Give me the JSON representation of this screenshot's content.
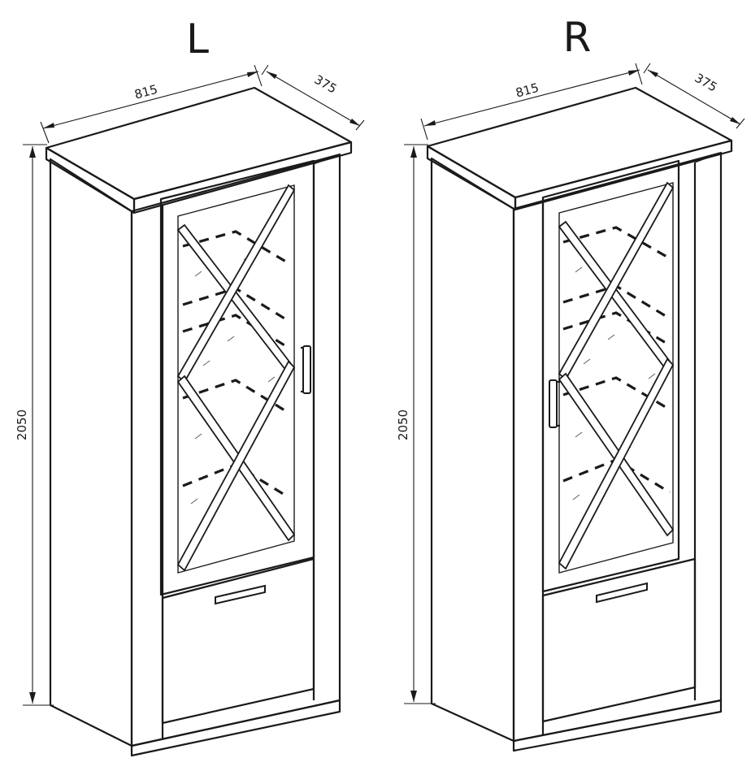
{
  "cabinets": [
    {
      "variant": "L",
      "hinge_side": "left",
      "dimensions": {
        "width": "815",
        "depth": "375",
        "height": "2050"
      }
    },
    {
      "variant": "R",
      "hinge_side": "right",
      "dimensions": {
        "width": "815",
        "depth": "375",
        "height": "2050"
      }
    }
  ],
  "colors": {
    "line": "#1a1a1a",
    "background": "#ffffff"
  }
}
